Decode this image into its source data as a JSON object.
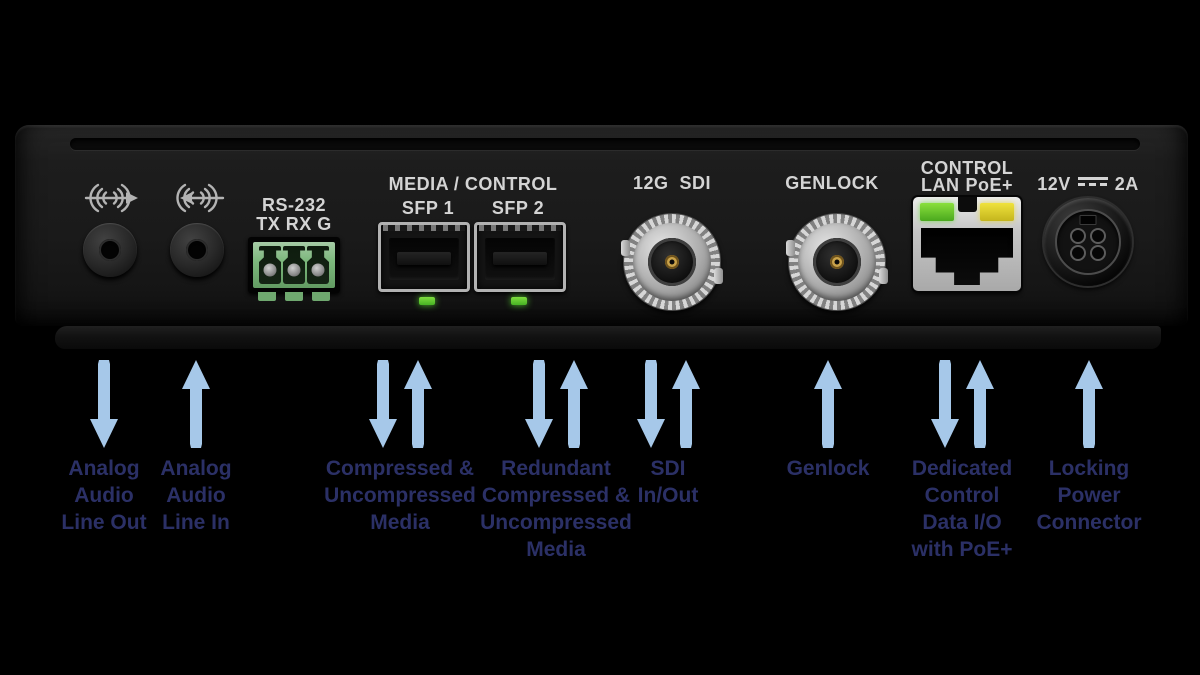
{
  "colors": {
    "background": "#000000",
    "arrow": "#a6c8e9",
    "callout_text": "#2b3066",
    "panel_text": "#d4d4d4",
    "led_green": "#46b224",
    "led_yellow": "#d8c92a",
    "terminal_green": "#7db87d",
    "chassis": "#1b1b1b"
  },
  "panel": {
    "audio_out": {
      "icon": "sound-waves-arrow-out"
    },
    "audio_in": {
      "icon": "sound-waves-arrow-in"
    },
    "rs232": {
      "label": "RS-232",
      "pins": "TX RX G"
    },
    "media_control": {
      "label": "MEDIA / CONTROL",
      "sfp1": "SFP 1",
      "sfp2": "SFP 2"
    },
    "sdi": {
      "label": "12G  SDI"
    },
    "genlock": {
      "label": "GENLOCK"
    },
    "control": {
      "label": "CONTROL",
      "lan": "LAN",
      "poe": "PoE+"
    },
    "power": {
      "volts": "12V",
      "amps": "2A",
      "dc_symbol": "solid-over-dashed"
    }
  },
  "callouts": [
    {
      "name": "analog-audio-line-out",
      "arrows": [
        "down"
      ],
      "lines": [
        "Analog",
        "Audio",
        "Line Out"
      ]
    },
    {
      "name": "analog-audio-line-in",
      "arrows": [
        "up"
      ],
      "lines": [
        "Analog",
        "Audio",
        "Line In"
      ]
    },
    {
      "name": "compressed-media",
      "arrows": [
        "down",
        "up"
      ],
      "lines": [
        "Compressed &",
        "Uncompressed",
        "Media"
      ]
    },
    {
      "name": "redundant-media",
      "arrows": [
        "down",
        "up"
      ],
      "lines": [
        "Redundant",
        "Compressed &",
        "Uncompressed",
        "Media"
      ]
    },
    {
      "name": "sdi-in-out",
      "arrows": [
        "down",
        "up"
      ],
      "lines": [
        "SDI",
        "In/Out"
      ]
    },
    {
      "name": "genlock",
      "arrows": [
        "up"
      ],
      "lines": [
        "Genlock"
      ]
    },
    {
      "name": "dedicated-control",
      "arrows": [
        "down",
        "up"
      ],
      "lines": [
        "Dedicated",
        "Control",
        "Data I/O",
        "with PoE+"
      ]
    },
    {
      "name": "locking-power",
      "arrows": [
        "up"
      ],
      "lines": [
        "Locking",
        "Power",
        "Connector"
      ]
    }
  ]
}
